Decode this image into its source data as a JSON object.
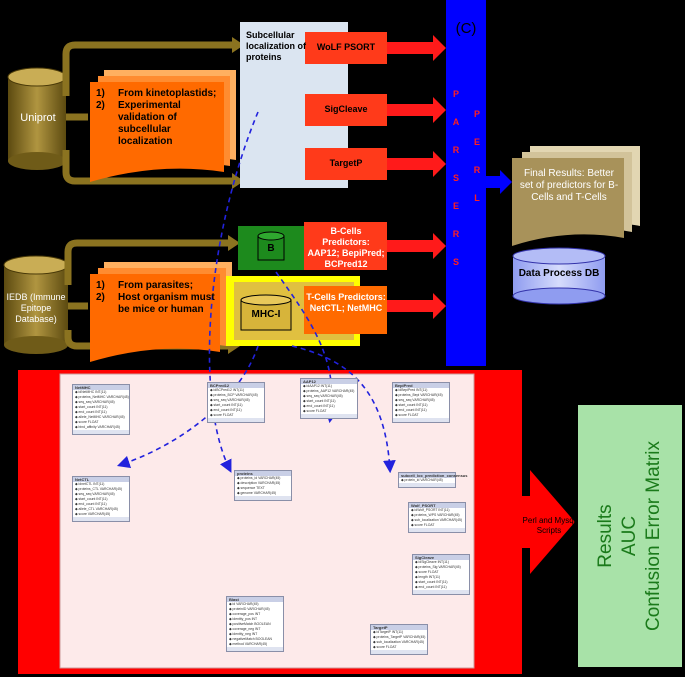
{
  "sources": {
    "uniprot": "Uniprot",
    "iedb": "IEDB (Immune Epitope Database)"
  },
  "uniprot_filter": {
    "n1": "1)",
    "item1": "From kinetoplastids;",
    "n2": "2)",
    "item2": "Experimental validation of subcellular localization"
  },
  "iedb_filter": {
    "n1": "1)",
    "item1": "From parasites;",
    "n2": "2)",
    "item2": "Host organism must be mice or human"
  },
  "subcellular": {
    "title": "Subcellular localization of proteins",
    "tools": [
      "WoLF PSORT",
      "SigCleave",
      "TargetP"
    ]
  },
  "panel_c_label": "(C)",
  "parsers_label": [
    "P",
    "A",
    "R",
    "S",
    "E",
    "R",
    "S"
  ],
  "perl_label": [
    "P",
    "E",
    "R",
    "L"
  ],
  "bcell": {
    "db_label": "B",
    "predictors": "B-Cells Predictors: AAP12; BepiPred; BCPred12"
  },
  "tcell": {
    "db_label": "MHC-I",
    "predictors": "T-Cells Predictors: NetCTL; NetMHC"
  },
  "final_results": "Final Results: Better set of predictors for B-Cells and T-Cells",
  "data_process_db": "Data Process DB",
  "mysql_label": "Perl and Mysql Scripts",
  "results_box": [
    "Results",
    "AUC",
    "Confusion Error Matrix"
  ],
  "schema_tables": [
    {
      "name": "NetMHC",
      "fields": [
        "idNetMHC INT(11)",
        "proteins_NetMHC VARCHAR(45)",
        "seq_seq VARCHAR(45)",
        "start_count INT(11)",
        "end_count INT(11)",
        "allele_NetMHC VARCHAR(45)",
        "score FLOAT",
        "bind_affinity VARCHAR(45)"
      ]
    },
    {
      "name": "BCPred12",
      "fields": [
        "idBCPred12 INT(11)",
        "proteins_BCP VARCHAR(45)",
        "seq_seq VARCHAR(45)",
        "start_count INT(11)",
        "end_count INT(11)",
        "score FLOAT"
      ]
    },
    {
      "name": "AAP12",
      "fields": [
        "idAAP12 INT(11)",
        "proteins_AAP12 VARCHAR(45)",
        "seq_seq VARCHAR(45)",
        "start_count INT(11)",
        "end_count INT(11)",
        "score FLOAT"
      ]
    },
    {
      "name": "BepiPred",
      "fields": [
        "idBepiPred INT(11)",
        "proteins_Bepi VARCHAR(45)",
        "seq_seq VARCHAR(45)",
        "start_count INT(11)",
        "end_count INT(11)",
        "score FLOAT"
      ]
    },
    {
      "name": "NetCTL",
      "fields": [
        "idnetCTL INT(11)",
        "proteins_CTL VARCHAR(45)",
        "seq_seq VARCHAR(45)",
        "start_count INT(11)",
        "end_count INT(11)",
        "allele_CTL VARCHAR(45)",
        "score VARCHAR(45)"
      ]
    },
    {
      "name": "proteins",
      "fields": [
        "proteins_id VARCHAR(45)",
        "description VARCHAR(45)",
        "sequence TEXT",
        "genome VARCHAR(45)"
      ]
    },
    {
      "name": "subcell_loc_prediction_consensus",
      "fields": [
        "protein_id VARCHAR(45)"
      ]
    },
    {
      "name": "Wolf_PSORT",
      "fields": [
        "idWolf_PSORT INT(11)",
        "proteins_WPS VARCHAR(45)",
        "sub_localization VARCHAR(45)",
        "score FLOAT"
      ]
    },
    {
      "name": "SigCleave",
      "fields": [
        "idSigCleave INT(11)",
        "proteins_Sig VARCHAR(45)",
        "score FLOAT",
        "length INT(11)",
        "start_count INT(11)",
        "end_count INT(11)"
      ]
    },
    {
      "name": "Blast",
      "fields": [
        "id VARCHAR(45)",
        "proteinID VARCHAR(45)",
        "coverage_pos INT",
        "identity_pos INT",
        "positiveMatch BOOLEAN",
        "coverage_neg INT",
        "identity_neg INT",
        "negativeMatch BOOLEAN",
        "method VARCHAR(45)"
      ]
    },
    {
      "name": "TargetP",
      "fields": [
        "idTargetP INT(11)",
        "proteins_TargetP VARCHAR(45)",
        "sub_localization VARCHAR(45)",
        "score FLOAT"
      ]
    }
  ],
  "colors": {
    "cylinder": "#8b7320",
    "orange": "#ff6a00",
    "red": "#ff0000",
    "blue": "#0000ff",
    "green": "#1d8a1d",
    "yellow": "#ffff00",
    "light_blue": "#dbe5f1",
    "tan": "#c8b78c",
    "results_green": "#a8e2a8"
  }
}
